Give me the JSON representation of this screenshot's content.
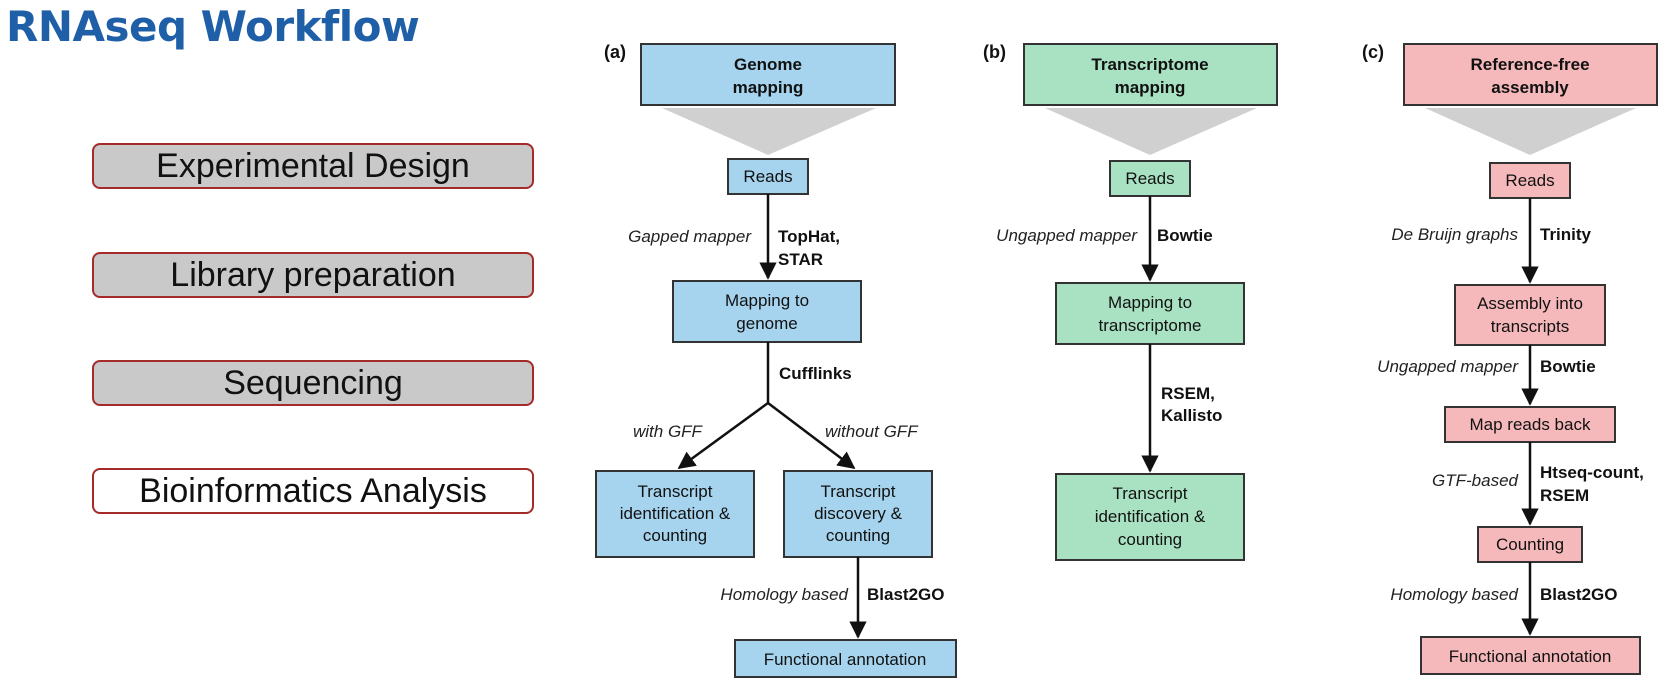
{
  "title": "RNAseq Workflow",
  "steps": [
    "Experimental Design",
    "Library preparation",
    "Sequencing",
    "Bioinformatics Analysis"
  ],
  "panels": {
    "a": {
      "letter": "(a)",
      "header": [
        "Genome",
        "mapping"
      ],
      "reads": "Reads",
      "mapper_label": "Gapped mapper",
      "mapper_tools": [
        "TopHat,",
        "STAR"
      ],
      "mapping_box": [
        "Mapping to",
        "genome"
      ],
      "tool2": "Cufflinks",
      "branch_left": "with GFF",
      "branch_right": "without GFF",
      "left_box": [
        "Transcript",
        "identification &",
        "counting"
      ],
      "right_box": [
        "Transcript",
        "discovery &",
        "counting"
      ],
      "homology_label": "Homology based",
      "homology_tool": "Blast2GO",
      "final_box": "Functional annotation"
    },
    "b": {
      "letter": "(b)",
      "header": [
        "Transcriptome",
        "mapping"
      ],
      "reads": "Reads",
      "mapper_label": "Ungapped mapper",
      "mapper_tool": "Bowtie",
      "mapping_box": [
        "Mapping to",
        "transcriptome"
      ],
      "tools2": [
        "RSEM,",
        "Kallisto"
      ],
      "final_box": [
        "Transcript",
        "identification &",
        "counting"
      ]
    },
    "c": {
      "letter": "(c)",
      "header": [
        "Reference-free",
        "assembly"
      ],
      "reads": "Reads",
      "graph_label": "De Bruijn graphs",
      "graph_tool": "Trinity",
      "assembly_box": [
        "Assembly into",
        "transcripts"
      ],
      "mapper_label": "Ungapped mapper",
      "mapper_tool": "Bowtie",
      "map_back_box": "Map reads back",
      "gtf_label": "GTF-based",
      "gtf_tools": [
        "Htseq-count,",
        "RSEM"
      ],
      "counting_box": "Counting",
      "homology_label": "Homology based",
      "homology_tool": "Blast2GO",
      "final_box": "Functional annotation"
    }
  }
}
